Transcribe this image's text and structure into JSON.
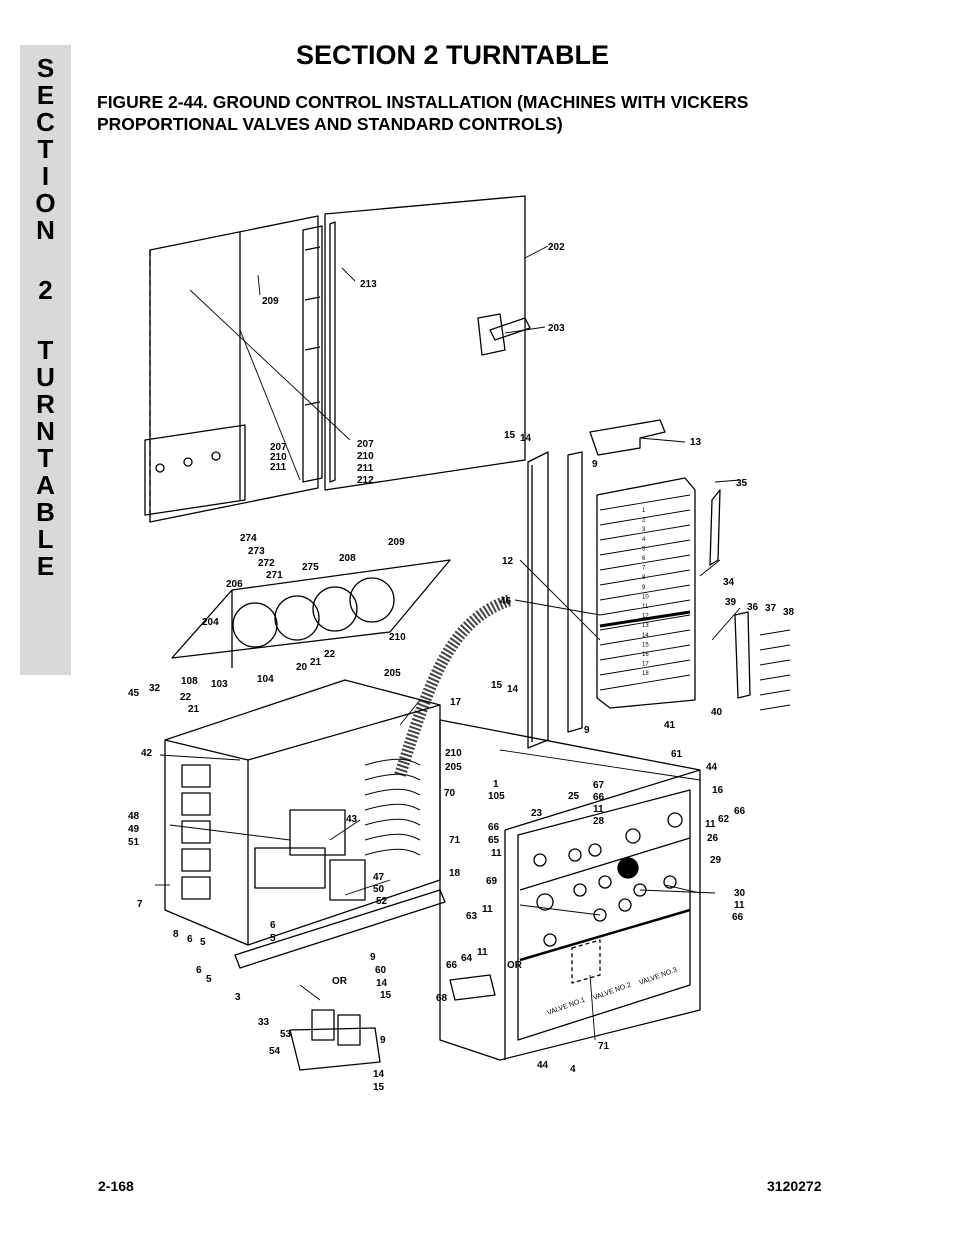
{
  "side_tab": {
    "letters": [
      "S",
      "E",
      "C",
      "T",
      "I",
      "O",
      "N",
      "2",
      "T",
      "U",
      "R",
      "N",
      "T",
      "A",
      "B",
      "L",
      "E"
    ]
  },
  "header": {
    "section_title": "SECTION 2  TURNTABLE",
    "figure_title": "FIGURE 2-44.  GROUND CONTROL INSTALLATION (MACHINES WITH VICKERS PROPORTIONAL VALVES AND STANDARD CONTROLS)"
  },
  "diagram": {
    "callouts": {
      "c202": "202",
      "c213": "213",
      "c209a": "209",
      "c203": "203",
      "c207a": "207",
      "c210a": "210",
      "c211a": "211",
      "c207b": "207",
      "c210b": "210",
      "c211b": "211",
      "c212": "212",
      "c15a": "15",
      "c14a": "14",
      "c9a": "9",
      "c13": "13",
      "c35": "35",
      "c34": "34",
      "c274": "274",
      "c273": "273",
      "c272": "272",
      "c271": "271",
      "c275": "275",
      "c208": "208",
      "c209b": "209",
      "c206": "206",
      "c204": "204",
      "c12": "12",
      "c46": "46",
      "c39": "39",
      "c36": "36",
      "c37": "37",
      "c38": "38",
      "c210c": "210",
      "c205a": "205",
      "c22a": "22",
      "c21a": "21",
      "c20": "20",
      "c104": "104",
      "c108": "108",
      "c103": "103",
      "c45": "45",
      "c32": "32",
      "c22b": "22",
      "c21b": "21",
      "c17": "17",
      "c15b": "15",
      "c14b": "14",
      "c9b": "9",
      "c41": "41",
      "c40": "40",
      "c42": "42",
      "c210d": "210",
      "c205b": "205",
      "c1": "1",
      "c105": "105",
      "c70": "70",
      "c61": "61",
      "c44a": "44",
      "c16": "16",
      "c67": "67",
      "c66a": "66",
      "c11a": "11",
      "c28": "28",
      "c23": "23",
      "c25": "25",
      "c11b": "11",
      "c62": "62",
      "c66b": "66",
      "c26": "26",
      "c48": "48",
      "c49": "49",
      "c51": "51",
      "c43": "43",
      "c71a": "71",
      "c66c": "66",
      "c65": "65",
      "c11c": "11",
      "c29": "29",
      "c47": "47",
      "c50": "50",
      "c52": "52",
      "c18": "18",
      "c69": "69",
      "c30": "30",
      "c11d": "11",
      "c66d": "66",
      "c7": "7",
      "c63": "63",
      "c11e": "11",
      "c6a": "6",
      "c5a": "5",
      "c8": "8",
      "c6b": "6",
      "c5b": "5",
      "c64": "64",
      "c11f": "11",
      "c66e": "66",
      "c9c": "9",
      "c60": "60",
      "c14c": "14",
      "c15c": "15",
      "c6c": "6",
      "c5c": "5",
      "c3": "3",
      "c68": "68",
      "c33": "33",
      "c53": "53",
      "c54": "54",
      "c9d": "9",
      "c14d": "14",
      "c15d": "15",
      "c44b": "44",
      "c4": "4",
      "c71b": "71",
      "or1": "OR",
      "or2": "OR"
    },
    "panel_labels": {
      "valve1": "VALVE NO.1",
      "valve2": "VALVE NO.2",
      "valve3": "VALVE NO.3",
      "terminals": [
        "1",
        "2",
        "3",
        "4",
        "5",
        "6",
        "7",
        "8",
        "9",
        "10",
        "11",
        "12",
        "13",
        "14",
        "15",
        "16",
        "17",
        "18"
      ]
    }
  },
  "footer": {
    "page_number": "2-168",
    "doc_number": "3120272"
  }
}
